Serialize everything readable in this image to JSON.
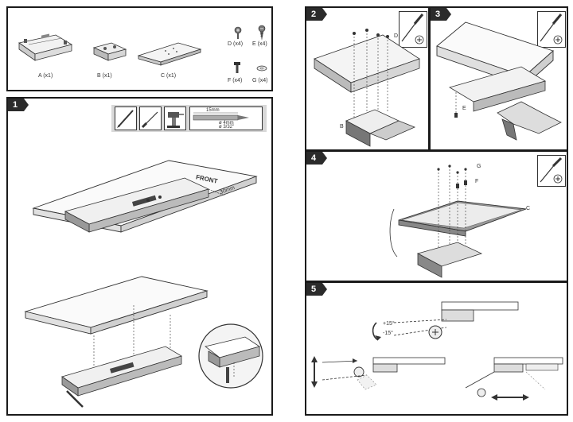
{
  "parts": [
    {
      "label": "A (x1)"
    },
    {
      "label": "B (x1)"
    },
    {
      "label": "C (x1)"
    },
    {
      "label": "D (x4)"
    },
    {
      "label": "E (x4)"
    },
    {
      "label": "F (x4)"
    },
    {
      "label": "G (x4)"
    }
  ],
  "steps": {
    "s1": {
      "num": "1",
      "front_label": "FRONT",
      "dim_label": "30mm",
      "tip_line1": "15mm",
      "tip_line2": "ø 4mm",
      "tip_line3": "ø 3/32\""
    },
    "s2": {
      "num": "2",
      "callout_d": "D",
      "callout_b": "B"
    },
    "s3": {
      "num": "3",
      "callout_e": "E"
    },
    "s4": {
      "num": "4",
      "callout_g": "G",
      "callout_f": "F",
      "callout_c": "C"
    },
    "s5": {
      "num": "5",
      "tilt_up": "+15°",
      "tilt_down": "-15°"
    }
  },
  "icons": {
    "screwdriver": "phillips-screwdriver-icon"
  }
}
